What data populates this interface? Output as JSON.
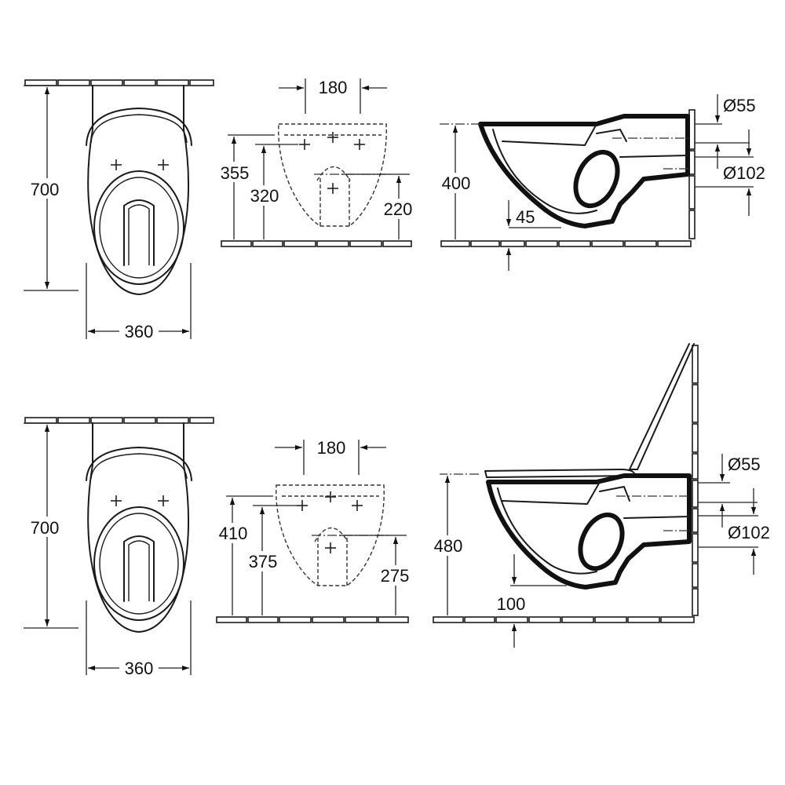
{
  "top_row": {
    "front_view": {
      "height": "700",
      "width": "360"
    },
    "wall_view": {
      "spacing": "180",
      "height_outer": "355",
      "height_inner": "320",
      "height_lower": "220"
    },
    "side_view": {
      "height": "400",
      "offset": "45",
      "d_small": "Ø55",
      "d_large": "Ø102"
    }
  },
  "bottom_row": {
    "front_view": {
      "height": "700",
      "width": "360"
    },
    "wall_view": {
      "spacing": "180",
      "height_outer": "410",
      "height_inner": "375",
      "height_lower": "275"
    },
    "side_view": {
      "height": "480",
      "offset": "100",
      "d_small": "Ø55",
      "d_large": "Ø102"
    }
  }
}
